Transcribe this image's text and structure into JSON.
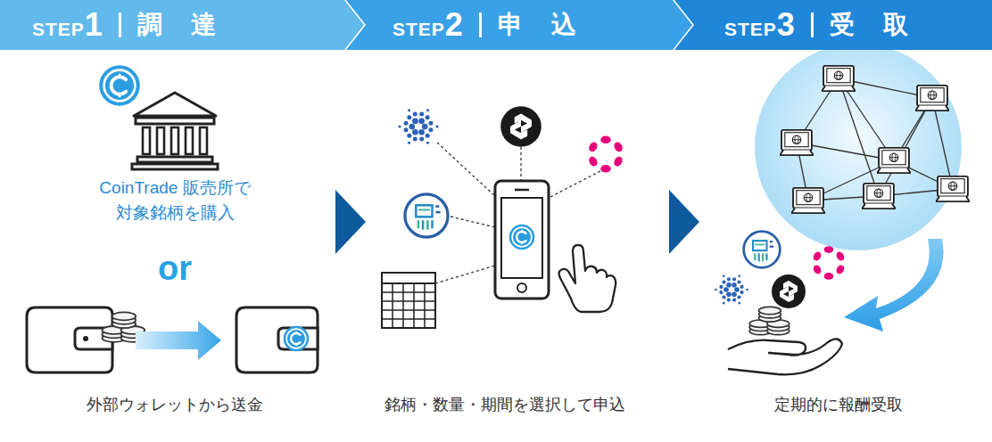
{
  "diagram": {
    "nodes": [
      {
        "text": [
          "STEP",
          "1",
          "調 達"
        ]
      },
      {
        "text": [
          "STEP",
          "2",
          "申 込"
        ]
      },
      {
        "text": [
          "STEP",
          "3",
          "受 取"
        ]
      }
    ],
    "labels": [
      "CoinTrade 販売所で 対象銘柄を購入",
      "or",
      "外部ウォレットから送金",
      "銘柄・数量・期間を選択して申込",
      "定期的に報酬受取"
    ]
  }
}
